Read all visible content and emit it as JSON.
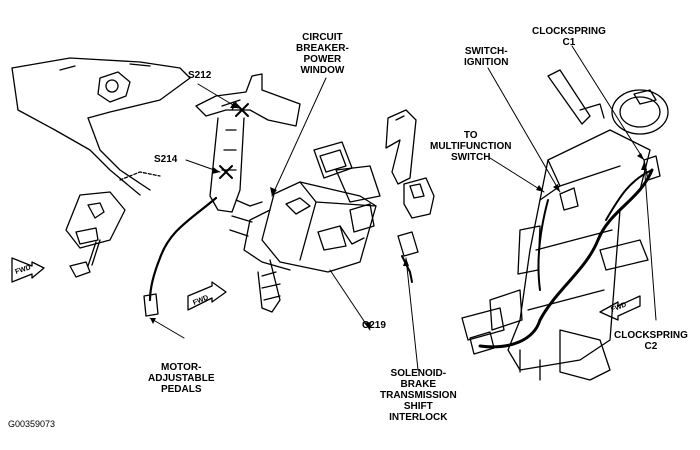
{
  "labels": {
    "circuit_breaker": "CIRCUIT\nBREAKER-\nPOWER\nWINDOW",
    "s212": "S212",
    "s214": "S214",
    "c219": "C219",
    "motor_pedals": "MOTOR-\nADJUSTABLE\nPEDALS",
    "solenoid": "SOLENOID-\nBRAKE\nTRANSMISSION\nSHIFT\nINTERLOCK",
    "switch_ignition": "SWITCH-\nIGNITION",
    "to_multifunction": "TO\nMULTIFUNCTION\nSWITCH",
    "clockspring_c1": "CLOCKSPRING\nC1",
    "clockspring_c2": "CLOCKSPRING\nC2",
    "fwd": "FWD"
  },
  "figure_id": "G00359073"
}
